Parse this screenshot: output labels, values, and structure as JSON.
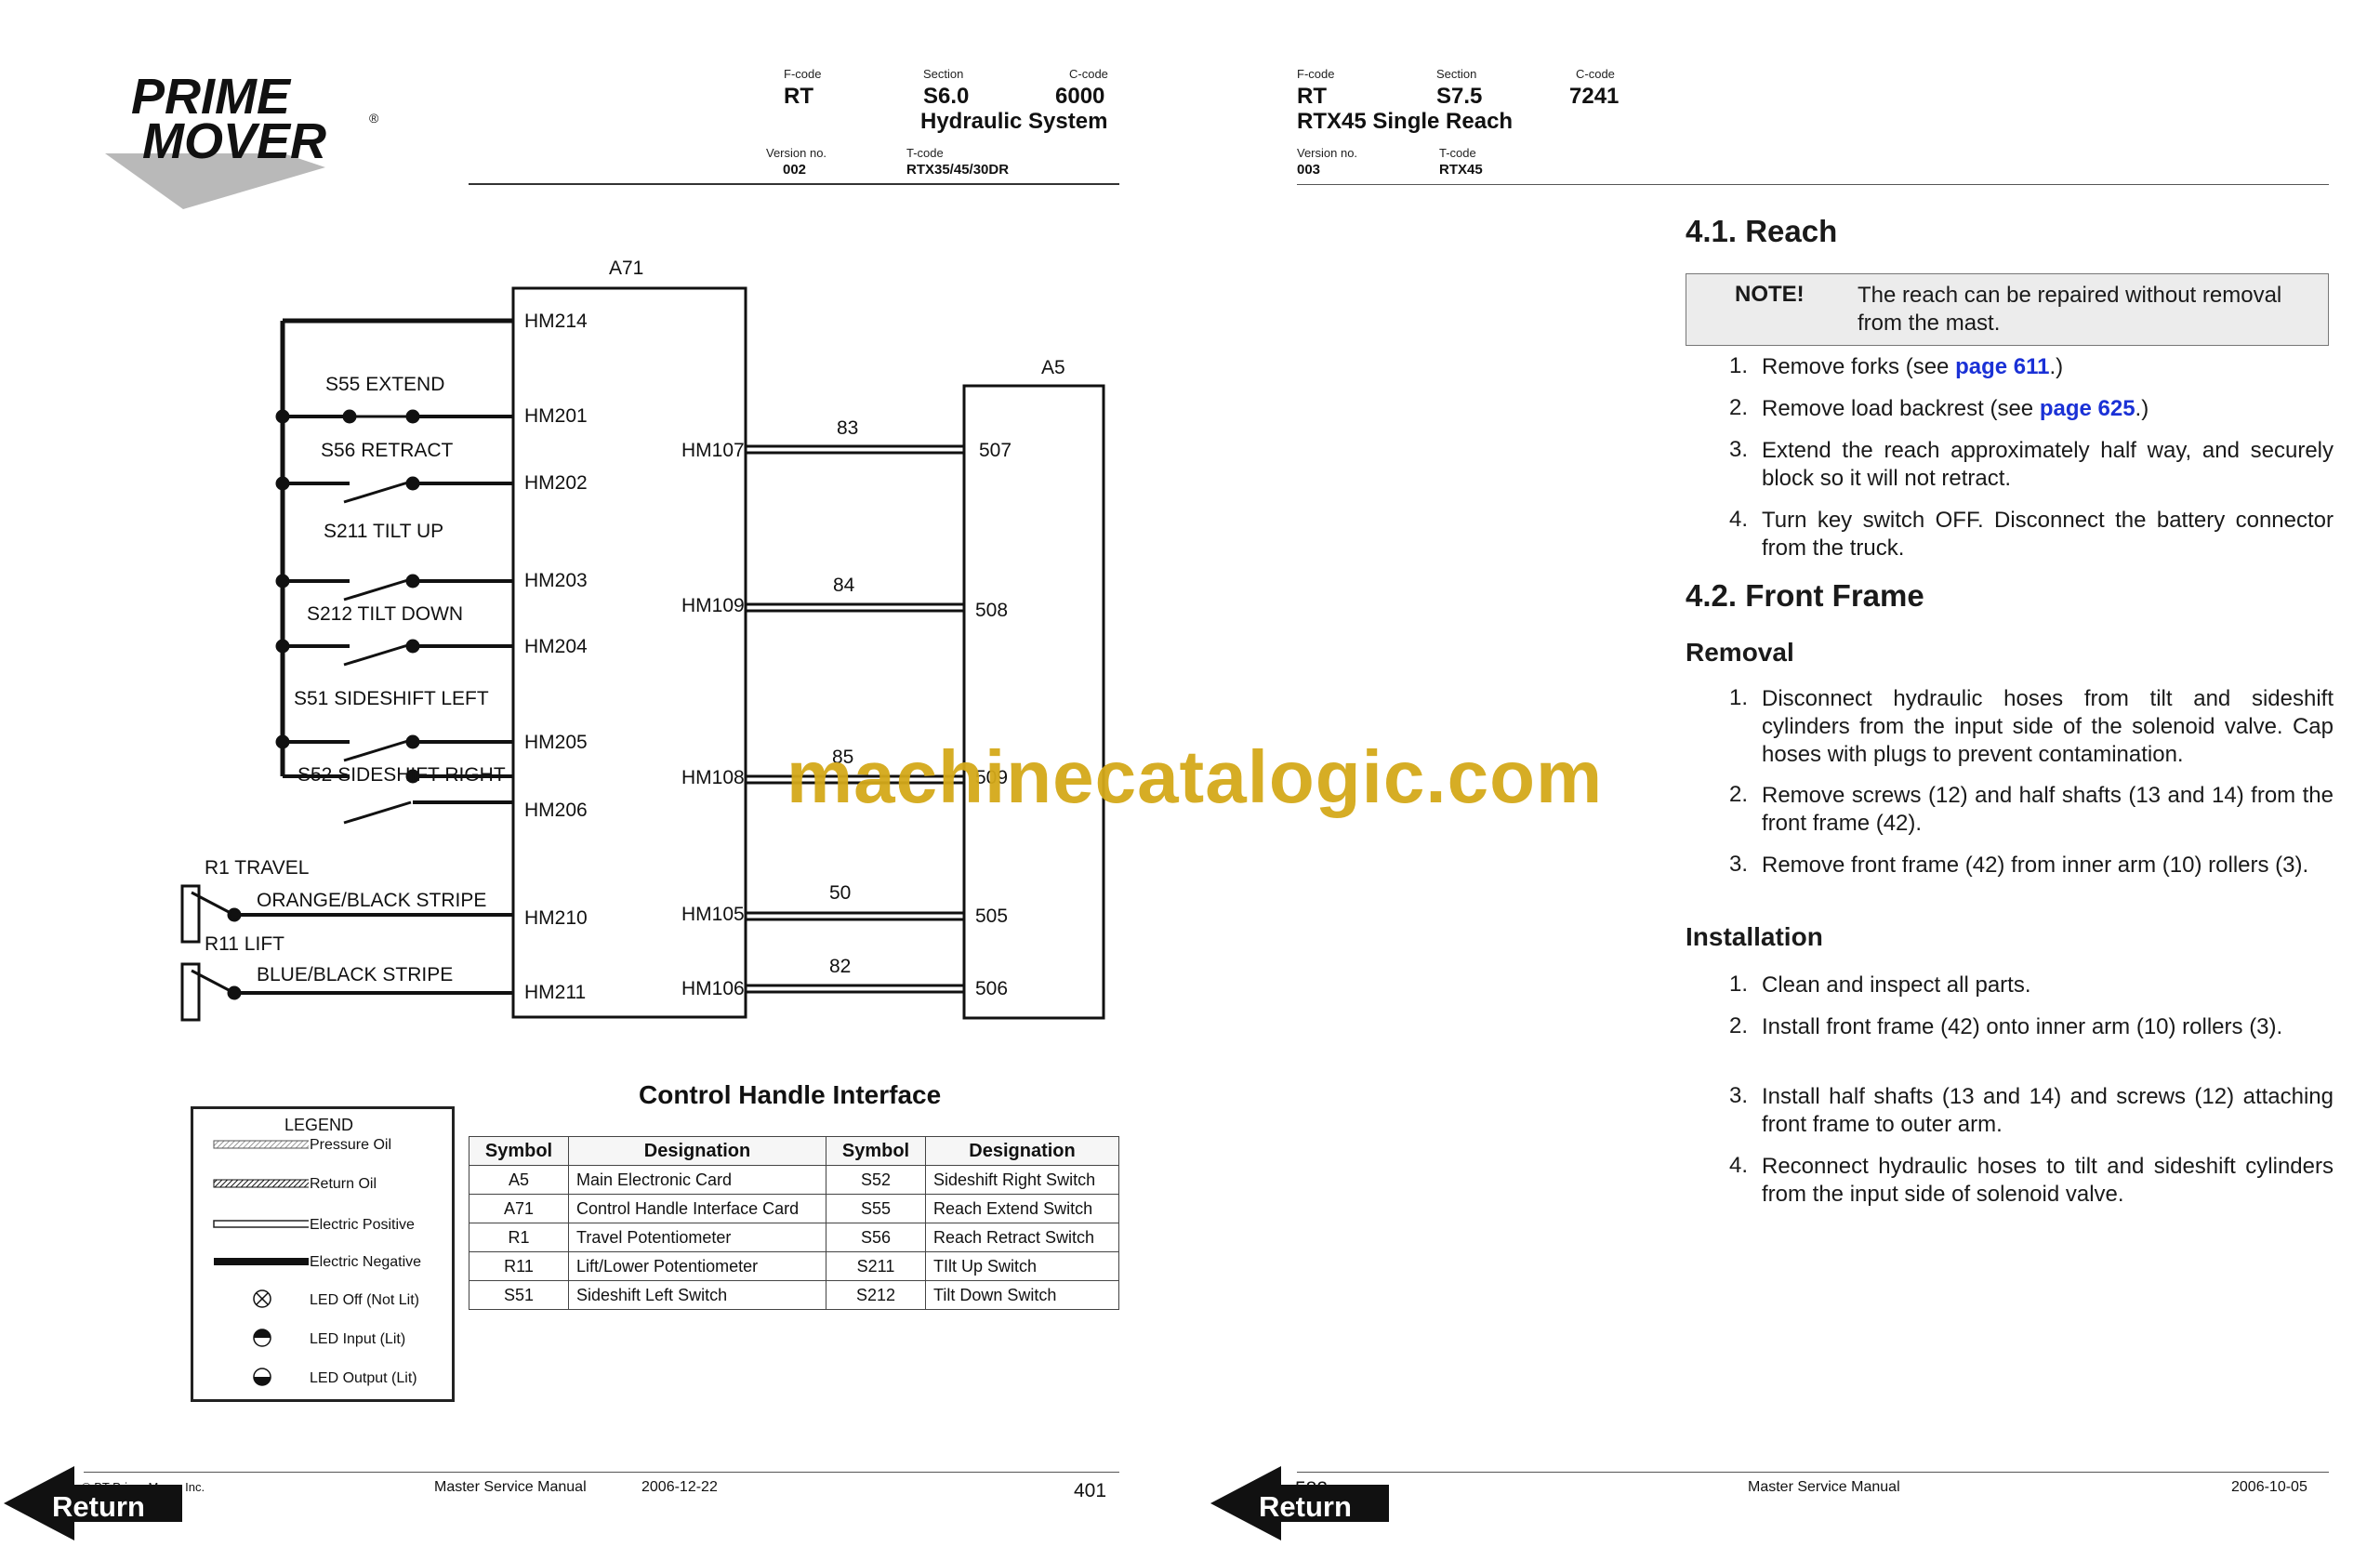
{
  "left_page": {
    "logo": {
      "line1": "PRIME",
      "line2": "MOVER",
      "reg": "®"
    },
    "header": {
      "fcode_label": "F-code",
      "fcode": "RT",
      "section_label": "Section",
      "section": "S6.0",
      "ccode_label": "C-code",
      "ccode": "6000",
      "title": "Hydraulic System",
      "version_label": "Version no.",
      "version": "002",
      "tcode_label": "T-code",
      "tcode": "RTX35/45/30DR"
    },
    "diagram": {
      "a71": "A71",
      "a5": "A5",
      "switches": [
        "S55 EXTEND",
        "S56 RETRACT",
        "S211 TILT UP",
        "S212 TILT DOWN",
        "S51 SIDESHIFT LEFT",
        "S52 SIDESHIFT RIGHT"
      ],
      "pots": [
        "R1 TRAVEL",
        "ORANGE/BLACK STRIPE",
        "R11 LIFT",
        "BLUE/BLACK STRIPE"
      ],
      "a71_left_pins": [
        "HM214",
        "HM201",
        "HM202",
        "HM203",
        "HM204",
        "HM205",
        "HM206",
        "HM210",
        "HM211"
      ],
      "a71_right_pins": [
        "HM107",
        "HM109",
        "HM108",
        "HM105",
        "HM106"
      ],
      "wires": [
        "83",
        "84",
        "85",
        "50",
        "82"
      ],
      "a5_pins": [
        "507",
        "508",
        "509",
        "505",
        "506"
      ]
    },
    "table_title": "Control Handle Interface",
    "table": {
      "headers": [
        "Symbol",
        "Designation",
        "Symbol",
        "Designation"
      ],
      "rows": [
        [
          "A5",
          "Main Electronic Card",
          "S52",
          "Sideshift Right Switch"
        ],
        [
          "A71",
          "Control Handle Interface Card",
          "S55",
          "Reach Extend Switch"
        ],
        [
          "R1",
          "Travel Potentiometer",
          "S56",
          "Reach Retract Switch"
        ],
        [
          "R11",
          "Lift/Lower Potentiometer",
          "S211",
          "TIlt Up Switch"
        ],
        [
          "S51",
          "Sideshift Left Switch",
          "S212",
          "Tilt Down Switch"
        ]
      ]
    },
    "legend": {
      "title": "LEGEND",
      "items": [
        "Pressure Oil",
        "Return Oil",
        "Electric Positive",
        "Electric Negative",
        "LED Off (Not Lit)",
        "LED Input (Lit)",
        "LED Output (Lit)"
      ]
    },
    "footer": {
      "copyright": "© BT Prime-Mover Inc.",
      "manual": "Master Service Manual",
      "date": "2006-12-22",
      "page": "401",
      "return": "Return"
    }
  },
  "right_page": {
    "header": {
      "fcode_label": "F-code",
      "fcode": "RT",
      "section_label": "Section",
      "section": "S7.5",
      "ccode_label": "C-code",
      "ccode": "7241",
      "title": "RTX45 Single Reach",
      "version_label": "Version no.",
      "version": "003",
      "tcode_label": "T-code",
      "tcode": "RTX45"
    },
    "reach": {
      "heading": "4.1. Reach",
      "note_label": "NOTE!",
      "note_text": "The reach can be repaired without removal from the mast.",
      "step1_pre": "Remove forks (see ",
      "step1_link": "page 611",
      "step1_post": ".)",
      "step2_pre": "Remove load backrest (see ",
      "step2_link": "page 625",
      "step2_post": ".)",
      "step3": "Extend the reach approximately half way, and securely block so it will not retract.",
      "step4": "Turn key switch OFF. Disconnect the battery connector from the truck."
    },
    "front_frame": {
      "heading": "4.2. Front Frame",
      "removal_heading": "Removal",
      "removal_steps": [
        "Disconnect hydraulic hoses from tilt and sideshift cylinders from the input side of the solenoid valve. Cap hoses with plugs to prevent contamination.",
        "Remove screws (12) and half shafts (13 and 14) from the front frame (42).",
        "Remove front frame (42) from inner arm (10) rollers (3)."
      ],
      "installation_heading": "Installation",
      "installation_steps": [
        "Clean and inspect all parts.",
        "Install front frame (42) onto inner arm (10) rollers (3).",
        "Install half shafts (13 and 14) and screws (12) attaching front frame to outer arm.",
        "Reconnect hydraulic hoses to tilt and sideshift cylinders from the input side of solenoid valve."
      ]
    },
    "footer": {
      "page": "582",
      "manual": "Master Service Manual",
      "date": "2006-10-05",
      "return": "Return"
    }
  },
  "watermark": "machinecatalogic.com"
}
